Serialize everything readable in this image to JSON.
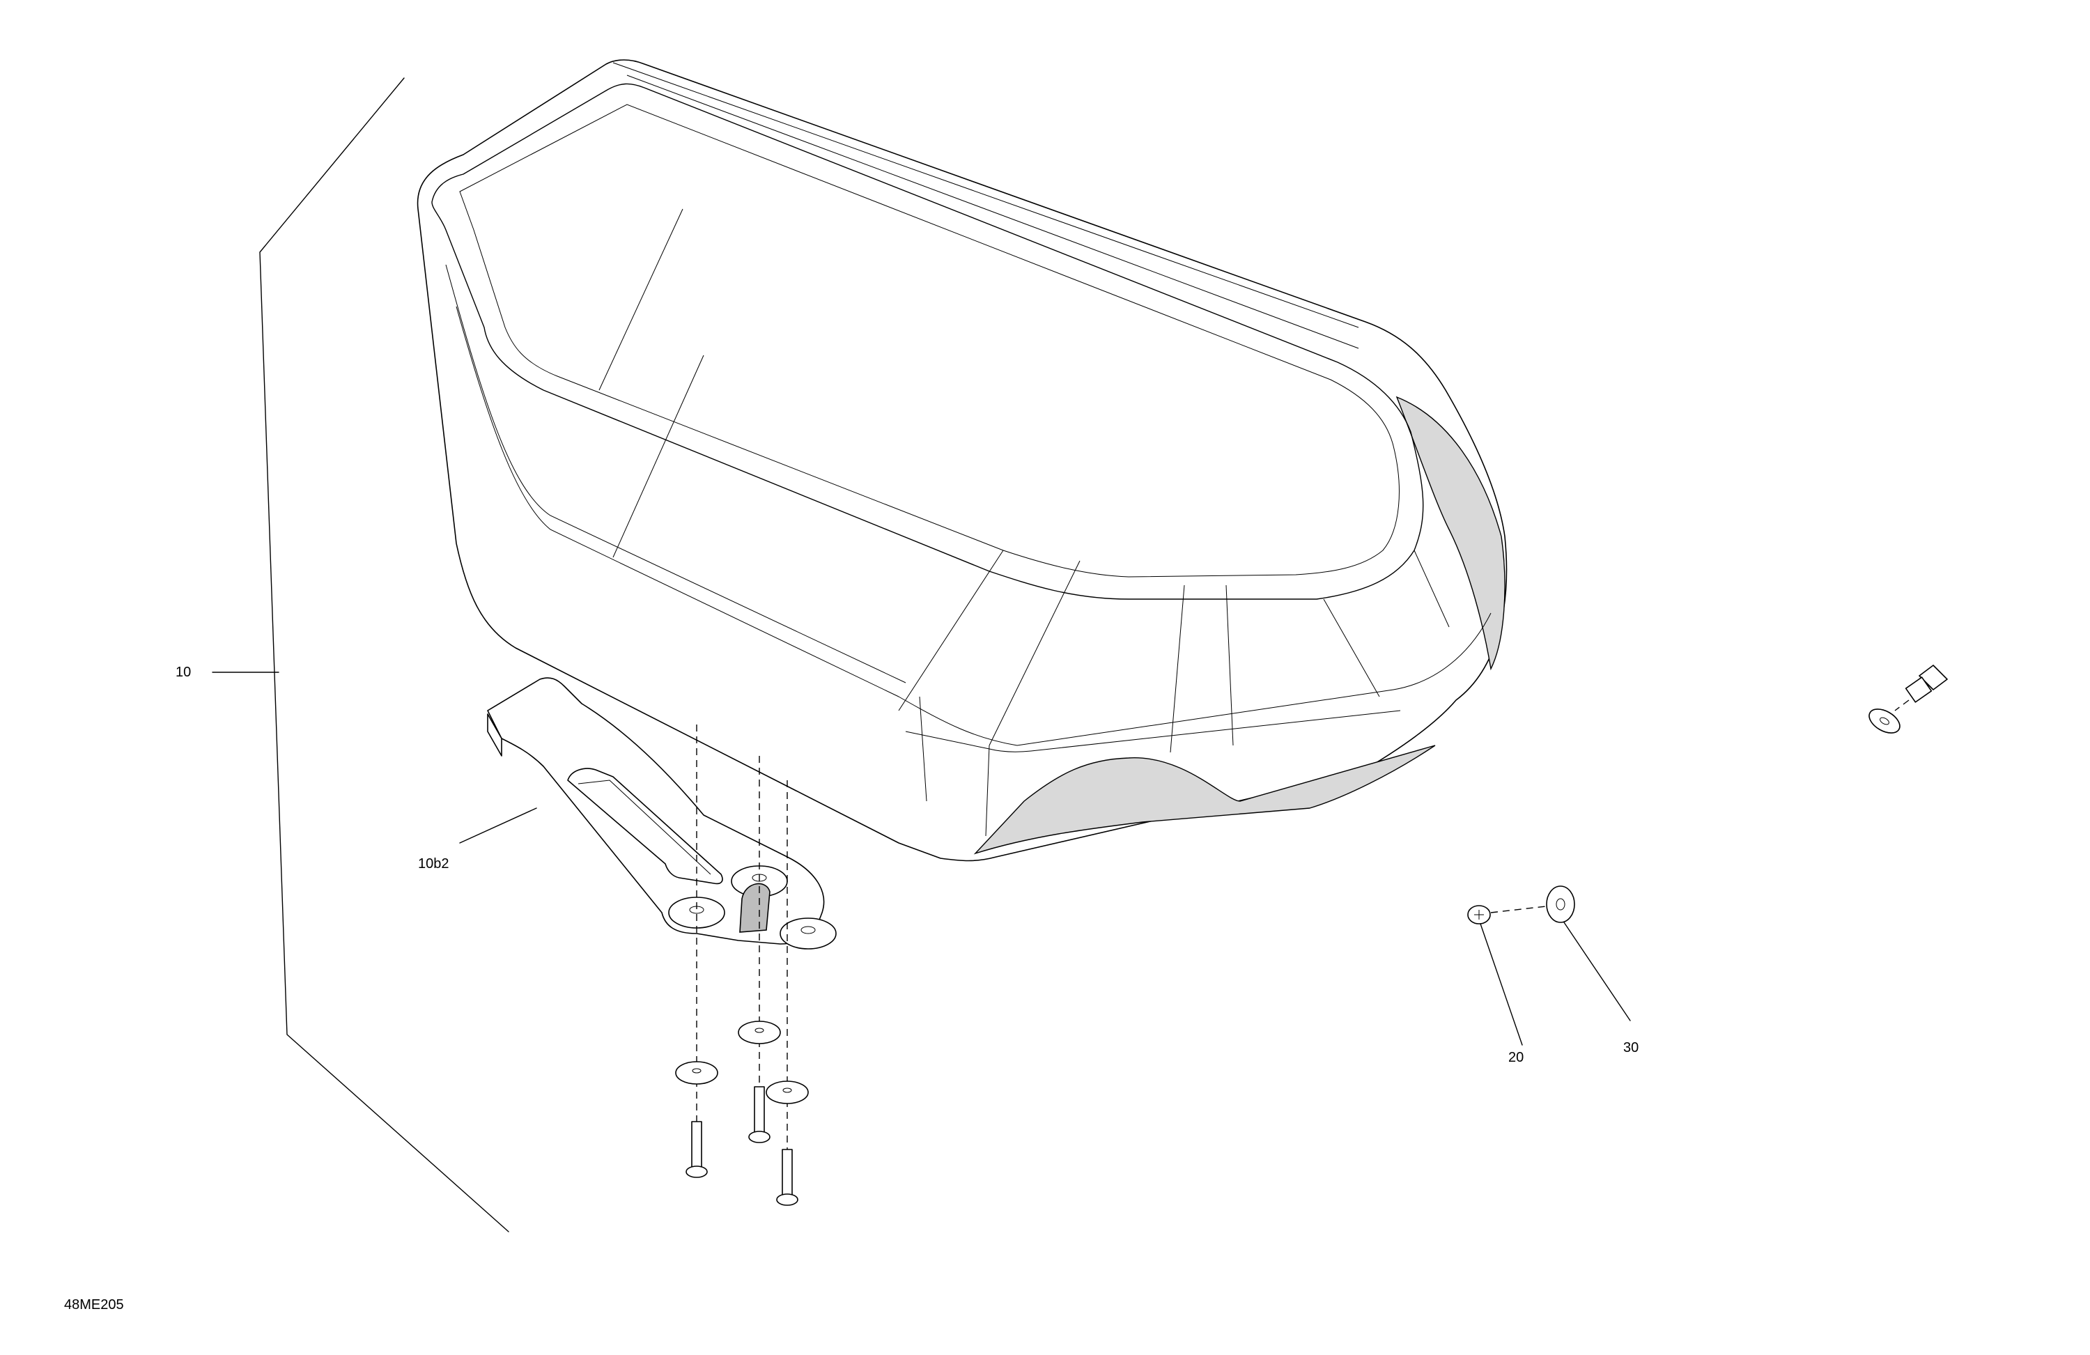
{
  "diagram": {
    "drawing_code": "48ME205",
    "callouts": [
      {
        "id": "c10",
        "label": "10"
      },
      {
        "id": "c10b2",
        "label": "10b2"
      },
      {
        "id": "c20",
        "label": "20"
      },
      {
        "id": "c30",
        "label": "30"
      }
    ]
  }
}
